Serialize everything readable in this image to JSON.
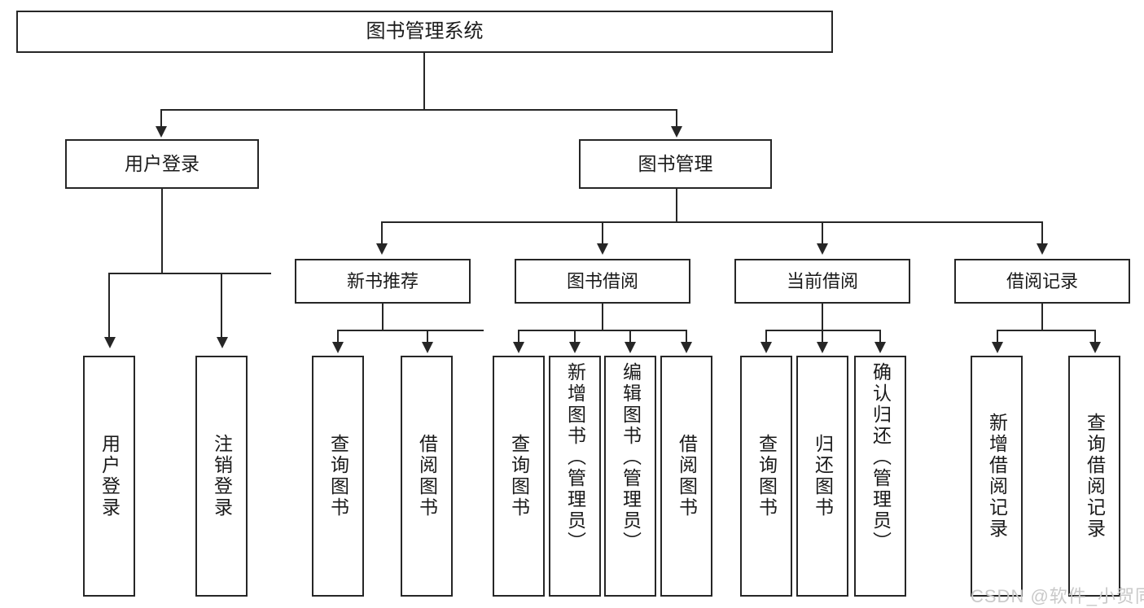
{
  "diagram": {
    "title": "图书管理系统",
    "root": {
      "label": "图书管理系统"
    },
    "level2": [
      {
        "label": "用户登录"
      },
      {
        "label": "图书管理"
      }
    ],
    "level3": [
      {
        "label": "新书推荐"
      },
      {
        "label": "图书借阅"
      },
      {
        "label": "当前借阅"
      },
      {
        "label": "借阅记录"
      }
    ],
    "leaves": [
      {
        "label": "用户登录"
      },
      {
        "label": "注销登录"
      },
      {
        "label": "查询图书"
      },
      {
        "label": "借阅图书"
      },
      {
        "label": "查询图书"
      },
      {
        "label": "新增图书（管理员）"
      },
      {
        "label": "编辑图书（管理员）"
      },
      {
        "label": "借阅图书"
      },
      {
        "label": "查询图书"
      },
      {
        "label": "归还图书"
      },
      {
        "label": "确认归还（管理员）"
      },
      {
        "label": "新增借阅记录"
      },
      {
        "label": "查询借阅记录"
      }
    ],
    "watermark": "CSDN @软件_小贺同学",
    "colors": {
      "stroke": "#262626",
      "background": "#ffffff",
      "text": "#1a1a1a",
      "watermark": "#c9c9c9"
    }
  }
}
